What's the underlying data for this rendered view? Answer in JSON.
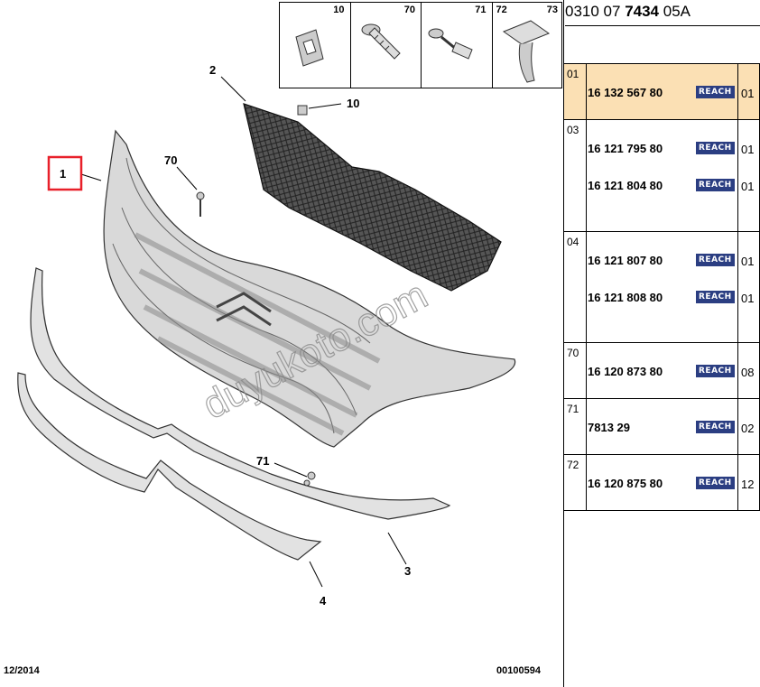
{
  "header": {
    "ref_prefix": "0310 07",
    "ref_bold": "7434",
    "ref_suffix": "05A"
  },
  "legend": [
    {
      "num": "10",
      "icon": "clip-plate-icon"
    },
    {
      "num": "70",
      "icon": "screw-rivet-icon"
    },
    {
      "num": "71",
      "icon": "push-clip-icon"
    },
    {
      "num": "72",
      "icon": "mesh-clip-icon"
    },
    {
      "num": "73",
      "icon": ""
    }
  ],
  "callouts": {
    "c1": "1",
    "c2": "2",
    "c3": "3",
    "c4": "4",
    "c10": "10",
    "c70": "70",
    "c71": "71"
  },
  "footer": {
    "date": "12/2014",
    "doc": "00100594"
  },
  "watermark": "duyukoto.com",
  "badge_text": "REACH",
  "colors": {
    "highlight": "#fbe0b4",
    "badge": "#2b3e82",
    "callout_box": "#e8202a"
  },
  "parts": [
    {
      "idx": "01",
      "highlight": true,
      "rows": [
        {
          "pn": "16 132 567 80",
          "qty": "01"
        }
      ]
    },
    {
      "idx": "03",
      "highlight": false,
      "rows": [
        {
          "pn": "16 121 795 80",
          "qty": "01"
        },
        {
          "pn": "16 121 804 80",
          "qty": "01"
        }
      ]
    },
    {
      "idx": "04",
      "highlight": false,
      "rows": [
        {
          "pn": "16 121 807 80",
          "qty": "01"
        },
        {
          "pn": "16 121 808 80",
          "qty": "01"
        }
      ]
    },
    {
      "idx": "70",
      "highlight": false,
      "rows": [
        {
          "pn": "16 120 873 80",
          "qty": "08"
        }
      ]
    },
    {
      "idx": "71",
      "highlight": false,
      "rows": [
        {
          "pn": "7813 29",
          "qty": "02"
        }
      ]
    },
    {
      "idx": "72",
      "highlight": false,
      "rows": [
        {
          "pn": "16 120 875 80",
          "qty": "12"
        }
      ]
    }
  ]
}
